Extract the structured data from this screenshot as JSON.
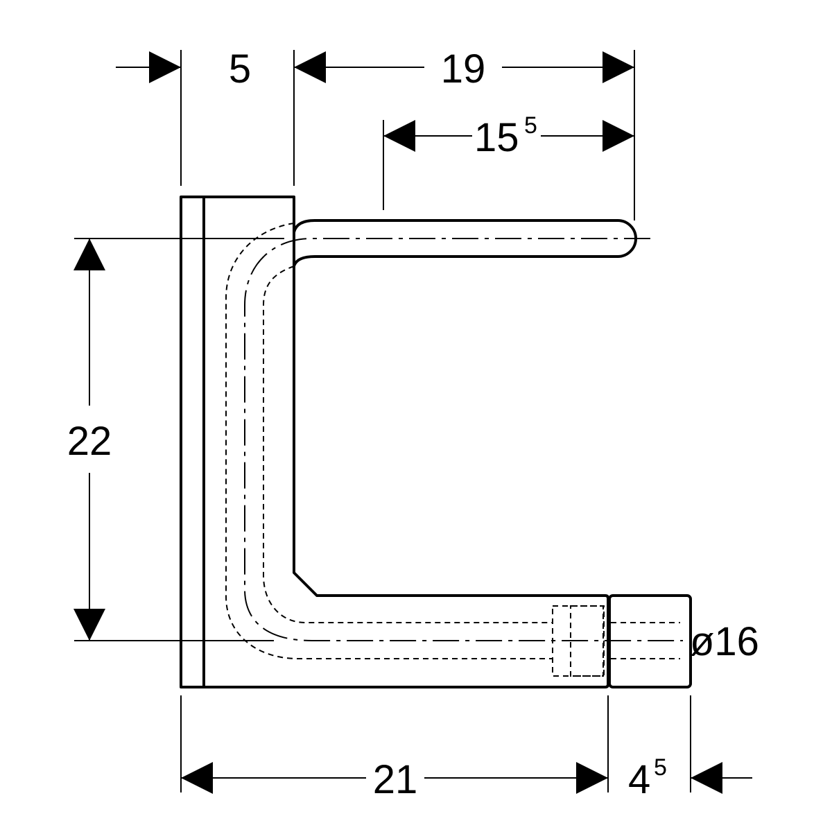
{
  "colors": {
    "stroke": "#000000",
    "background": "#ffffff"
  },
  "dimensions": {
    "top_left_width": "5",
    "top_total_length": "19",
    "top_arm_length_main": "15",
    "top_arm_length_sup": "5",
    "height": "22",
    "bottom_length": "21",
    "bottom_end_main": "4",
    "bottom_end_sup": "5",
    "diameter": "ø16"
  }
}
